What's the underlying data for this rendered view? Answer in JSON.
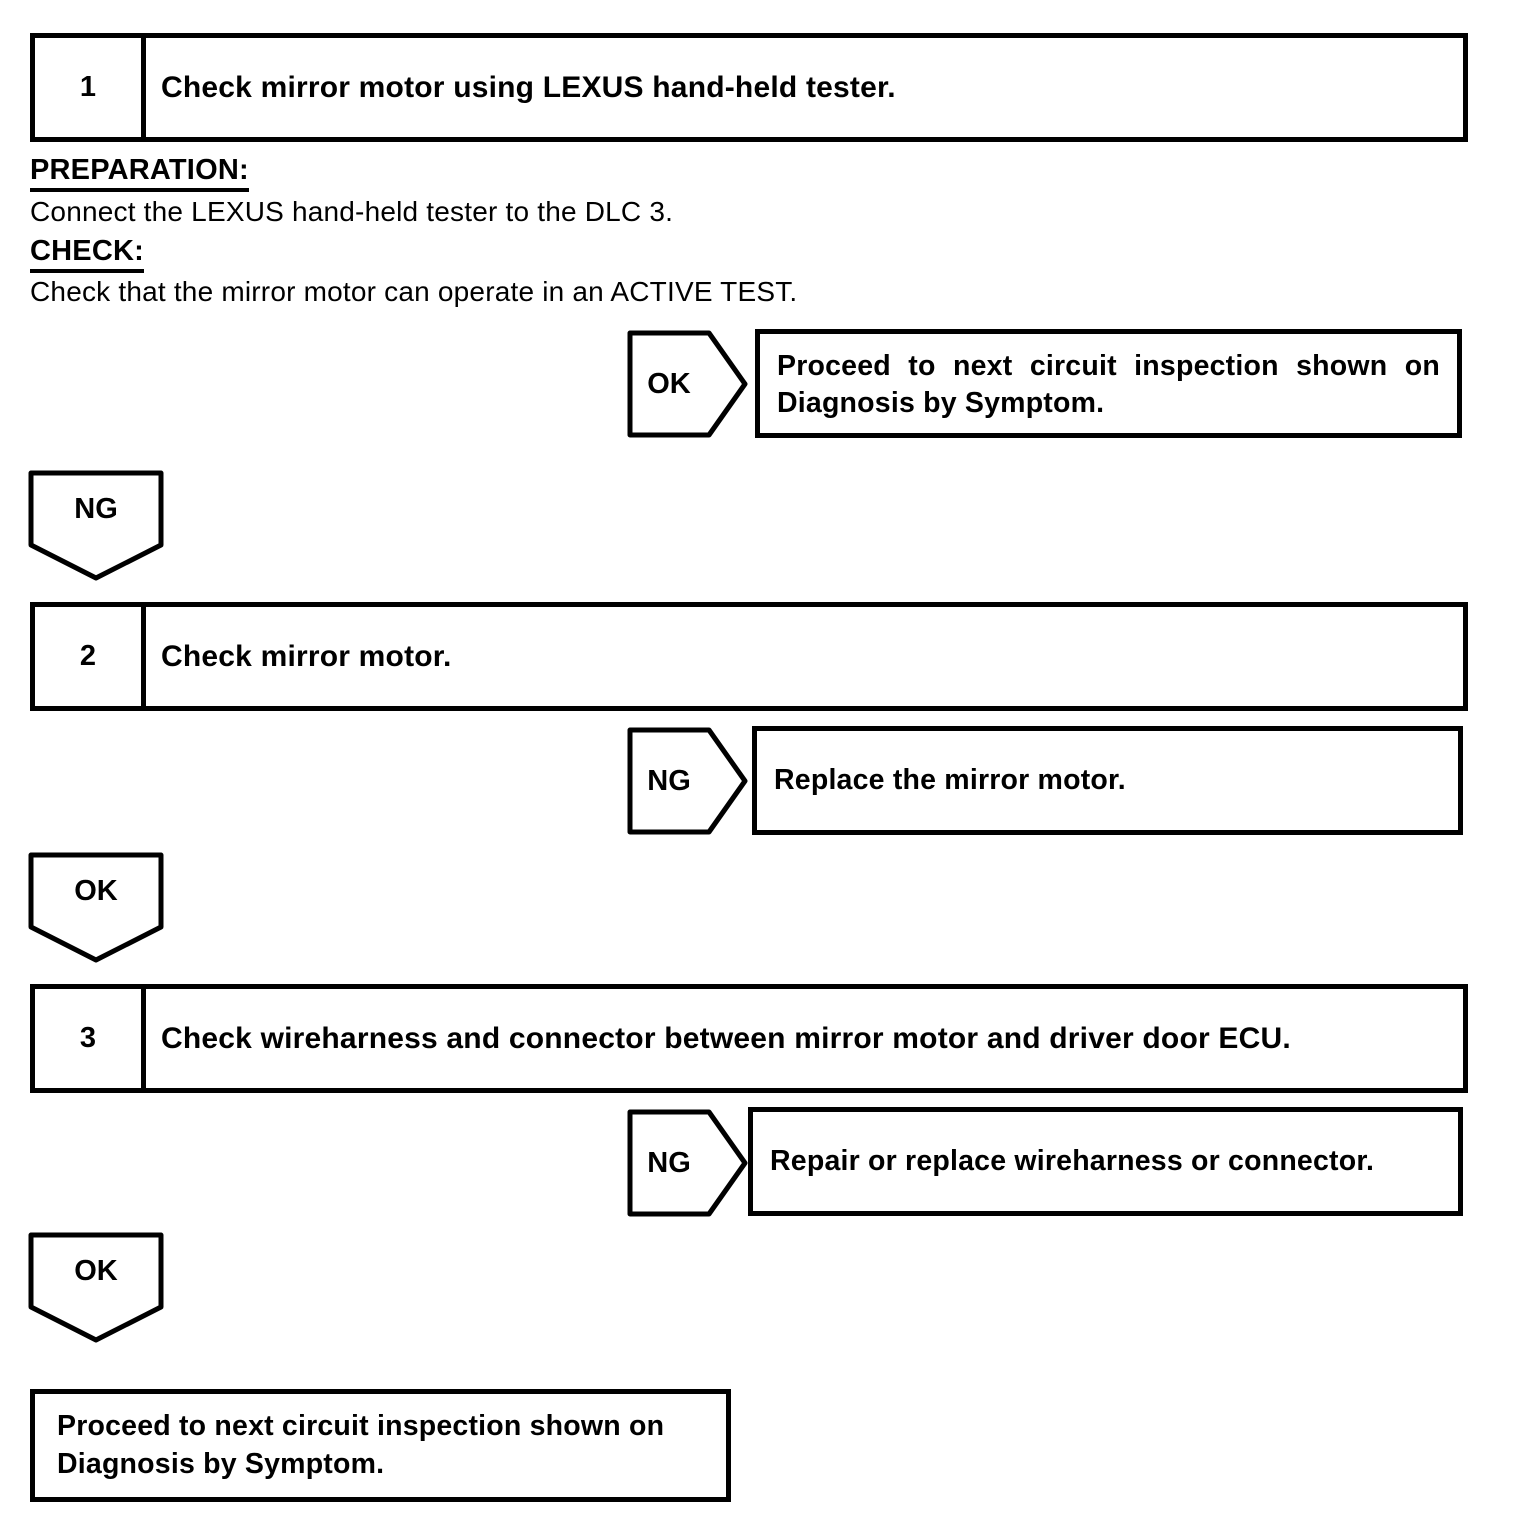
{
  "colors": {
    "ink": "#000000",
    "paper": "#ffffff"
  },
  "steps": [
    {
      "number": "1",
      "title": "Check mirror motor using LEXUS hand-held tester."
    },
    {
      "number": "2",
      "title": "Check mirror motor."
    },
    {
      "number": "3",
      "title": "Check wireharness and connector between mirror motor and driver door ECU."
    }
  ],
  "step1_details": {
    "preparation_label": "PREPARATION:",
    "preparation_text": "Connect the LEXUS hand-held tester to the DLC 3.",
    "check_label": "CHECK:",
    "check_text": "Check that the mirror motor can operate in an ACTIVE TEST."
  },
  "branches": [
    {
      "tag": "OK",
      "result": "Proceed to next circuit inspection shown on Diagnosis by Symptom."
    },
    {
      "tag": "NG",
      "result": "Replace the mirror motor."
    },
    {
      "tag": "NG",
      "result": "Repair or replace wireharness or connector."
    }
  ],
  "connectors": [
    {
      "tag": "NG"
    },
    {
      "tag": "OK"
    },
    {
      "tag": "OK"
    }
  ],
  "final": {
    "text": "Proceed to next circuit inspection shown on Diagnosis by Symptom."
  }
}
